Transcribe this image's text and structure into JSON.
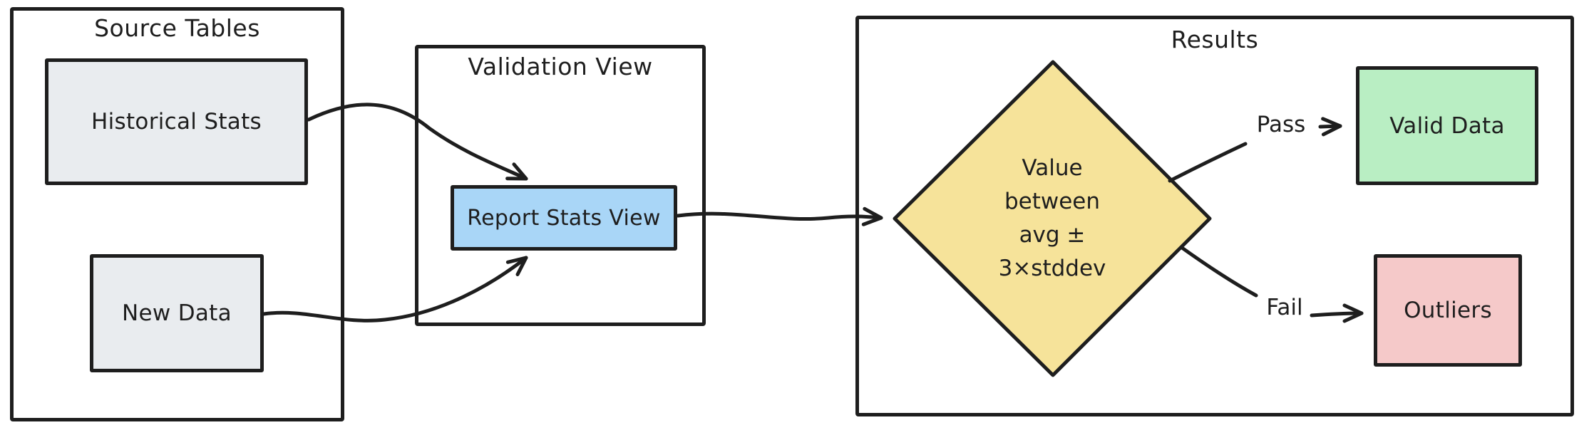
{
  "diagram": {
    "stroke": "#1e1e1e",
    "background": "#ffffff",
    "groups": [
      {
        "id": "source_tables",
        "title": "Source Tables"
      },
      {
        "id": "validation_view",
        "title": "Validation View"
      },
      {
        "id": "results",
        "title": "Results"
      }
    ],
    "nodes": [
      {
        "id": "historical_stats",
        "shape": "rect",
        "label": "Historical Stats",
        "fill": "#e9ecef"
      },
      {
        "id": "new_data",
        "shape": "rect",
        "label": "New Data",
        "fill": "#e9ecef"
      },
      {
        "id": "report_stats_view",
        "shape": "rect",
        "label": "Report Stats View",
        "fill": "#a9d6f7"
      },
      {
        "id": "decision",
        "shape": "diamond",
        "fill": "#f6e39a",
        "lines": [
          "Value",
          "between",
          "avg ±",
          "3×stddev"
        ]
      },
      {
        "id": "valid_data",
        "shape": "rect",
        "label": "Valid Data",
        "fill": "#b9eec3"
      },
      {
        "id": "outliers",
        "shape": "rect",
        "label": "Outliers",
        "fill": "#f5c9c9"
      }
    ],
    "edges": [
      {
        "from": "historical_stats",
        "to": "report_stats_view",
        "label": ""
      },
      {
        "from": "new_data",
        "to": "report_stats_view",
        "label": ""
      },
      {
        "from": "report_stats_view",
        "to": "decision",
        "label": ""
      },
      {
        "from": "decision",
        "to": "valid_data",
        "label": "Pass"
      },
      {
        "from": "decision",
        "to": "outliers",
        "label": "Fail"
      }
    ]
  }
}
